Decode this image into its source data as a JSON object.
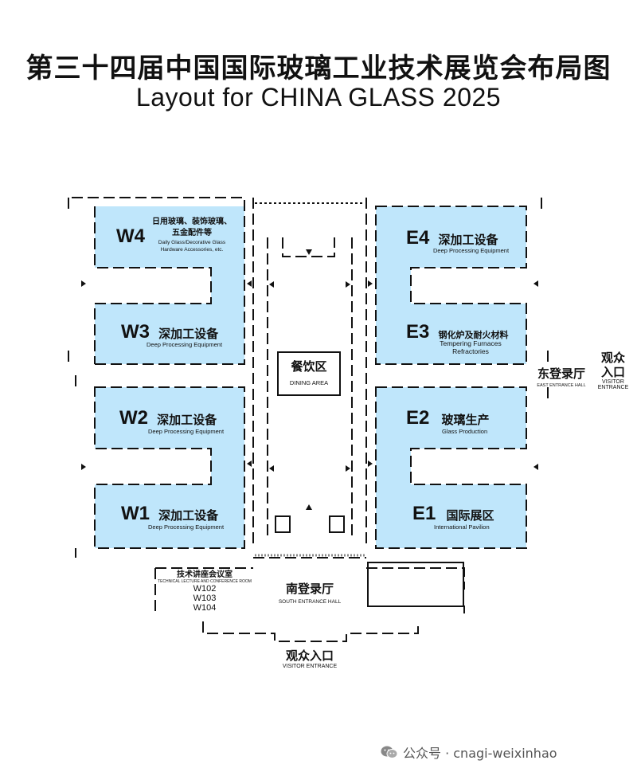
{
  "title": {
    "cn": "第三十四届中国国际玻璃工业技术展览会布局图",
    "en": "Layout  for  CHINA GLASS  2025"
  },
  "colors": {
    "hall_fill": "#bfe6fb",
    "line": "#111111"
  },
  "halls": {
    "w4": {
      "code": "W4",
      "cn_line1": "日用玻璃、装饰玻璃、",
      "cn_line2": "五金配件等",
      "en_line1": "Daily Glass/Decorative Glass",
      "en_line2": "Hardware Accessories, etc."
    },
    "w3": {
      "code": "W3",
      "cn": "深加工设备",
      "en": "Deep Processing Equipment"
    },
    "w2": {
      "code": "W2",
      "cn": "深加工设备",
      "en": "Deep Processing Equipment"
    },
    "w1": {
      "code": "W1",
      "cn": "深加工设备",
      "en": "Deep Processing Equipment"
    },
    "e4": {
      "code": "E4",
      "cn": "深加工设备",
      "en": "Deep Processing Equipment"
    },
    "e3": {
      "code": "E3",
      "cn": "钢化炉及耐火材料",
      "en_line1": "Tempering Furnaces",
      "en_line2": "Refractories"
    },
    "e2": {
      "code": "E2",
      "cn": "玻璃生产",
      "en": "Glass Production"
    },
    "e1": {
      "code": "E1",
      "cn": "国际展区",
      "en": "International Pavilion"
    }
  },
  "dining": {
    "cn": "餐饮区",
    "en": "DINING AREA"
  },
  "east_hall": {
    "cn": "东登录厅",
    "en": "EAST ENTRANCE HALL"
  },
  "east_entrance": {
    "cn": "观众入口",
    "en_line1": "VISITOR",
    "en_line2": "ENTRANCE"
  },
  "south_hall": {
    "cn": "南登录厅",
    "en": "SOUTH ENTRANCE HALL"
  },
  "south_entrance": {
    "cn": "观众入口",
    "en": "VISITOR ENTRANCE"
  },
  "conference": {
    "cn": "技术讲座会议室",
    "en": "TECHNICAL LECTURE AND CONFERENCE ROOM",
    "rooms": [
      "W102",
      "W103",
      "W104"
    ]
  },
  "footer": {
    "text": "公众号 · cnagi-weixinhao",
    "icon": "wechat-icon"
  }
}
